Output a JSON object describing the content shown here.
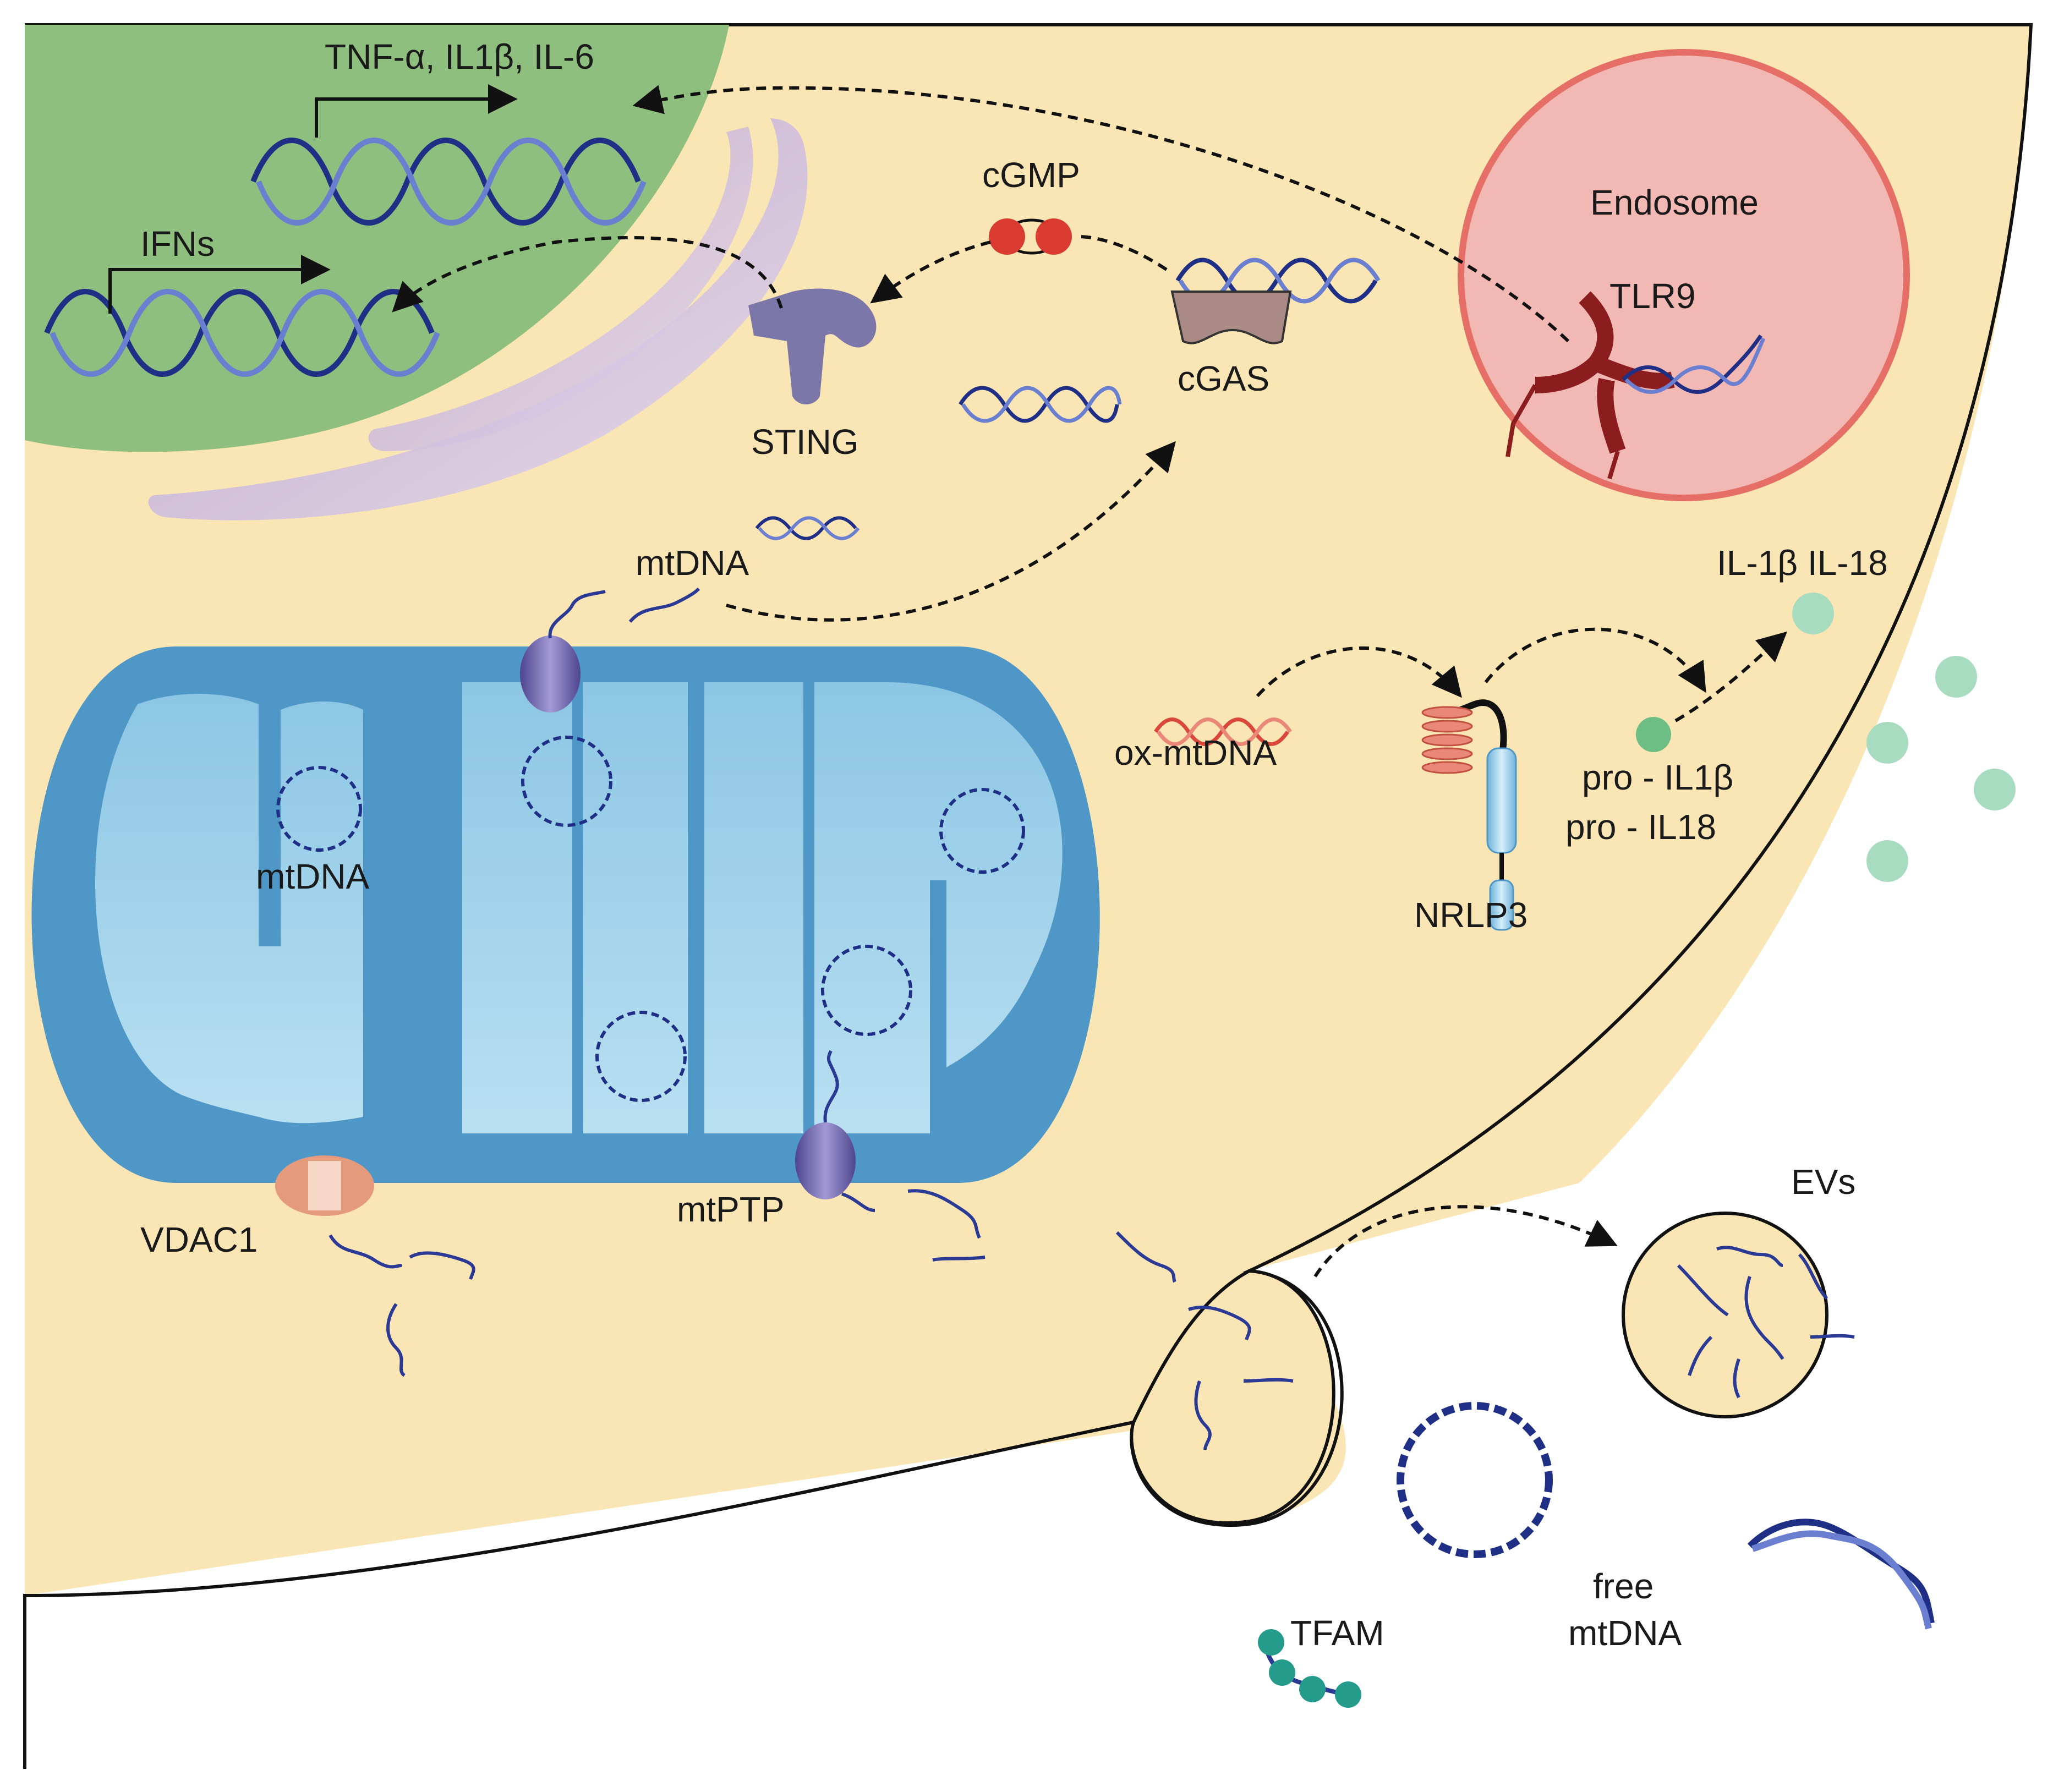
{
  "labels": {
    "nuclear_genes": "TNF-α, IL1β, IL-6",
    "ifns": "IFNs",
    "cgmp": "cGMP",
    "endosome": "Endosome",
    "tlr9": "TLR9",
    "sting": "STING",
    "cgas": "cGAS",
    "mtdna_cyto": "mtDNA",
    "mtdna_matrix": "mtDNA",
    "il_secreted": "IL-1β IL-18",
    "ox_mtdna": "ox-mtDNA",
    "pro_il1b": "pro - IL1β",
    "pro_il18": "pro - IL18",
    "nlrp3": "NRLP3",
    "vdac1": "VDAC1",
    "mtptp": "mtPTP",
    "evs": "EVs",
    "tfam": "TFAM",
    "free_mtdna_1": "free",
    "free_mtdna_2": "mtDNA"
  },
  "colors": {
    "cytoplasm": "#fae6b4",
    "nucleus": "#8fbf7f",
    "er": "#c9b6da",
    "endosome_fill": "#f1b8b4",
    "endosome_stroke": "#e56e66",
    "mito_outer": "#4f97c7",
    "mito_inner": "#9ed0ea",
    "dna_dark": "#1f2f86",
    "dna_light": "#6a7fd0",
    "ox_dna": "#d9483b",
    "tlr9": "#8b1d1f",
    "sting": "#7b77a8",
    "cgmp": "#d93b31",
    "cgas": "#a98a84",
    "pore": "#6c64a8",
    "vdac": "#e59a7c",
    "nlrp3_tube": "#9fd1ec",
    "cytokine": "#a8dcc0",
    "pro_il": "#6cbe84",
    "tfam": "#259b8c"
  }
}
